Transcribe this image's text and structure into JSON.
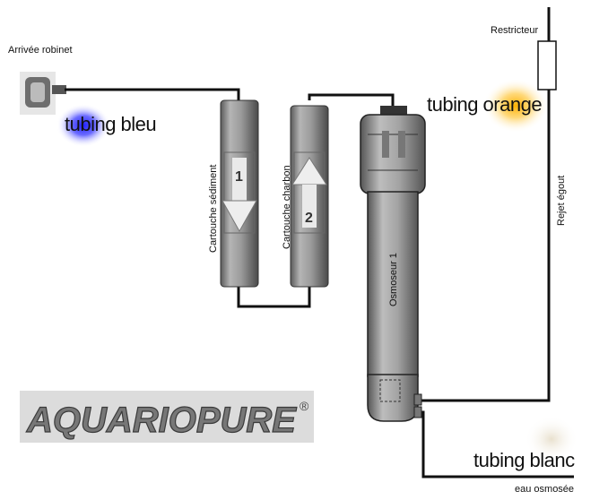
{
  "labels": {
    "tap": "Arrivée robinet",
    "tubing_blue": "tubing bleu",
    "tubing_orange": "tubing orange",
    "tubing_white": "tubing blanc",
    "restrictor": "Restricteur",
    "drain": "Rejet égout",
    "sediment": "Cartouche sédiment",
    "carbon": "Cartouche charbon",
    "membrane": "Osmoseur 1",
    "output": "eau osmosée",
    "sediment_number": "1",
    "carbon_number": "2"
  },
  "brand": {
    "name": "AQUARIOPURE",
    "mark": "®"
  },
  "colors": {
    "blue_glow": "#2222ff",
    "orange_glow": "#ffbb00",
    "tube": "#111111",
    "cartridge": "#8c8c8c"
  }
}
